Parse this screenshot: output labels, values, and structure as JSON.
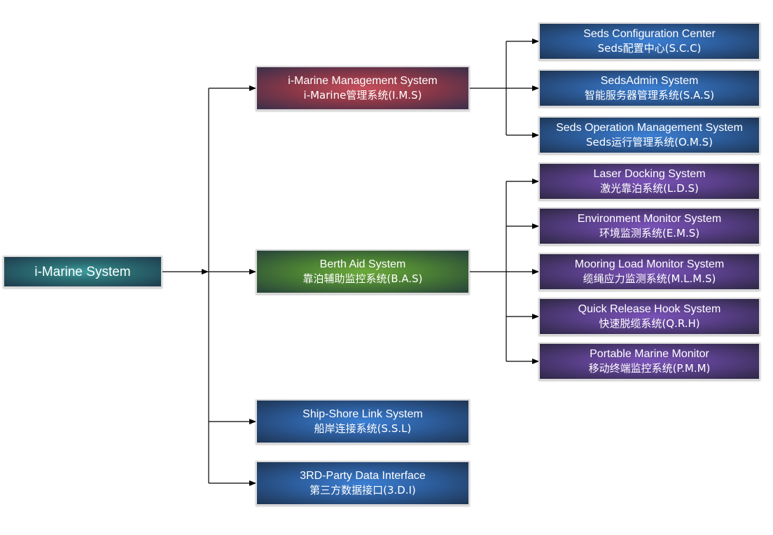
{
  "root": {
    "line1": "i-Marine System"
  },
  "level1": [
    {
      "id": "ims",
      "line1": "i-Marine Management System",
      "line2": "i-Marine管理系统(I.M.S)",
      "color": "#b8404f"
    },
    {
      "id": "bas",
      "line1": "Berth Aid System",
      "line2": "靠泊辅助监控系统(B.A.S)",
      "color": "#5f9a36"
    },
    {
      "id": "ssl",
      "line1": "Ship-Shore Link System",
      "line2": "船岸连接系统(S.S.L)",
      "color": "#2f6bb8"
    },
    {
      "id": "3di",
      "line1": "3RD-Party Data Interface",
      "line2": "第三方数据接口(3.D.I)",
      "color": "#2f6bb8"
    }
  ],
  "ims_children": [
    {
      "line1": "Seds Configuration Center",
      "line2": "Seds配置中心(S.C.C)"
    },
    {
      "line1": "SedsAdmin System",
      "line2": "智能服务器管理系统(S.A.S)"
    },
    {
      "line1": "Seds Operation Management System",
      "line2": "Seds运行管理系统(O.M.S)"
    }
  ],
  "bas_children": [
    {
      "line1": "Laser Docking System",
      "line2": "激光靠泊系统(L.D.S)"
    },
    {
      "line1": "Environment Monitor System",
      "line2": "环境监测系统(E.M.S)"
    },
    {
      "line1": "Mooring Load Monitor System",
      "line2": "缆绳应力监测系统(M.L.M.S)"
    },
    {
      "line1": "Quick Release Hook System",
      "line2": "快速脱缆系统(Q.R.H)"
    },
    {
      "line1": "Portable Marine Monitor",
      "line2": "移动终端监控系统(P.M.M)"
    }
  ],
  "colors": {
    "root": "#2f7f83",
    "ims_children": "#2f6bb8",
    "bas_children": "#6a4aa0",
    "connector": "#000000",
    "border": "#d9d9d9"
  }
}
